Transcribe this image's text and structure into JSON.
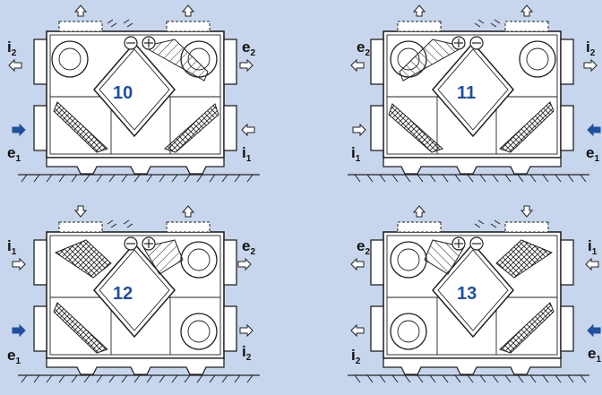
{
  "page": {
    "background": "#c7d6ec",
    "accent": "#1f4f9e"
  },
  "units": [
    {
      "number": "10",
      "labels": {
        "top_left": {
          "letter": "i",
          "sub": "2"
        },
        "top_right": {
          "letter": "e",
          "sub": "2"
        },
        "bottom_left": {
          "letter": "e",
          "sub": "1"
        },
        "bottom_right": {
          "letter": "i",
          "sub": "1"
        }
      }
    },
    {
      "number": "11",
      "labels": {
        "top_left": {
          "letter": "e",
          "sub": "2"
        },
        "top_right": {
          "letter": "i",
          "sub": "2"
        },
        "bottom_left": {
          "letter": "i",
          "sub": "1"
        },
        "bottom_right": {
          "letter": "e",
          "sub": "1"
        }
      }
    },
    {
      "number": "12",
      "labels": {
        "top_left": {
          "letter": "i",
          "sub": "1"
        },
        "top_right": {
          "letter": "e",
          "sub": "2"
        },
        "bottom_left": {
          "letter": "e",
          "sub": "1"
        },
        "bottom_right": {
          "letter": "i",
          "sub": "2"
        }
      }
    },
    {
      "number": "13",
      "labels": {
        "top_left": {
          "letter": "e",
          "sub": "2"
        },
        "top_right": {
          "letter": "i",
          "sub": "1"
        },
        "bottom_left": {
          "letter": "i",
          "sub": "2"
        },
        "bottom_right": {
          "letter": "e",
          "sub": "1"
        }
      }
    }
  ]
}
